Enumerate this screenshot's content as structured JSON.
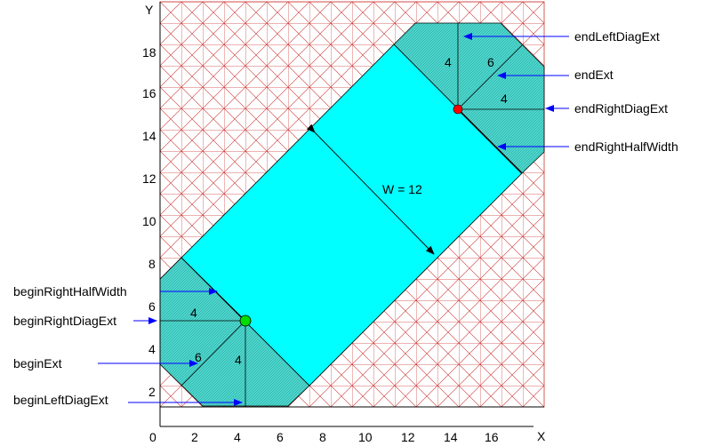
{
  "diagram": {
    "axis_x_label": "X",
    "axis_y_label": "Y",
    "x_ticks": [
      "0",
      "2",
      "4",
      "6",
      "8",
      "10",
      "12",
      "14",
      "16"
    ],
    "y_ticks": [
      "2",
      "4",
      "6",
      "8",
      "10",
      "12",
      "14",
      "16",
      "18"
    ],
    "width_label": "W = 12",
    "dimension_labels": {
      "end_left_diag": "4",
      "end_ext": "6",
      "end_right_diag": "4",
      "begin_right_diag": "4",
      "begin_ext": "6",
      "begin_left_diag": "4"
    },
    "callouts": {
      "end_left_diag_ext": "endLeftDiagExt",
      "end_ext": "endExt",
      "end_right_diag_ext": "endRightDiagExt",
      "end_right_half_width": "endRightHalfWidth",
      "begin_right_half_width": "beginRightHalfWidth",
      "begin_right_diag_ext": "beginRightDiagExt",
      "begin_ext": "beginExt",
      "begin_left_diag_ext": "beginLeftDiagExt"
    },
    "colors": {
      "main_fill": "#00ffff",
      "end_fill": "#66d9cc",
      "grid": "#cc3333",
      "begin_point": "#00dd00",
      "end_point": "#ff0000",
      "arrow": "#0000ff"
    }
  }
}
